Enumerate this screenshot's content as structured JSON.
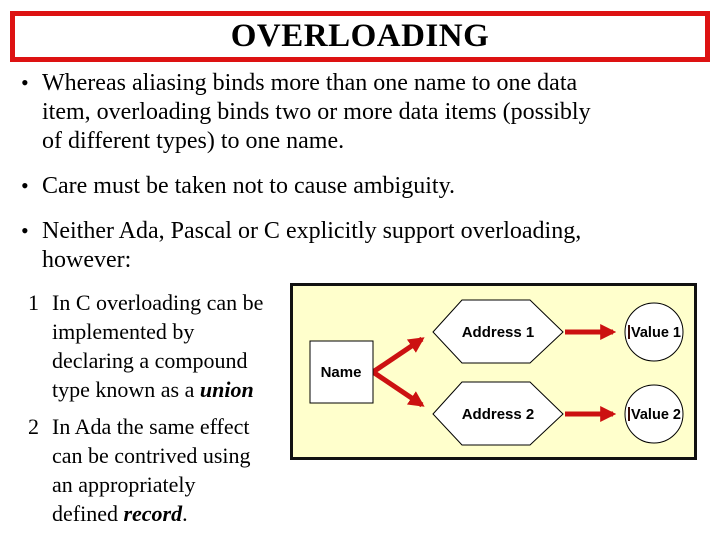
{
  "title": "OVERLOADING",
  "bullets": [
    {
      "marker": "•",
      "lines": [
        "Whereas aliasing binds more than one name to one data",
        "item, overloading binds two or more data items (possibly",
        "of different types) to one name."
      ]
    },
    {
      "marker": "•",
      "lines": [
        "Care must be taken not to cause ambiguity."
      ]
    },
    {
      "marker": "•",
      "lines": [
        "Neither Ada, Pascal or C explicitly support overloading,",
        "however:"
      ]
    }
  ],
  "numbered_items": [
    {
      "number": "1",
      "lines": [
        "In C overloading can be",
        "implemented by",
        "declaring a compound",
        "type known as a "
      ],
      "emphasis": "union",
      "suffix": ""
    },
    {
      "number": "2",
      "lines": [
        "In Ada the same effect",
        "can be contrived using",
        "an appropriately",
        "defined "
      ],
      "emphasis": "record",
      "suffix": "."
    }
  ],
  "diagram": {
    "name_box_label": "Name",
    "hexagon_labels": [
      "Address 1",
      "Address 2"
    ],
    "circle_labels": [
      "Value 1",
      "Value 2"
    ],
    "colors": {
      "background": "#FFFFCC",
      "arrow": "#CC1111",
      "shape_fill": "#FFFFFF",
      "shape_stroke": "#000000",
      "border": "#111111"
    }
  },
  "colors": {
    "title_border": "#DD1212",
    "text": "#000000",
    "slide_background": "#FFFFFF"
  }
}
